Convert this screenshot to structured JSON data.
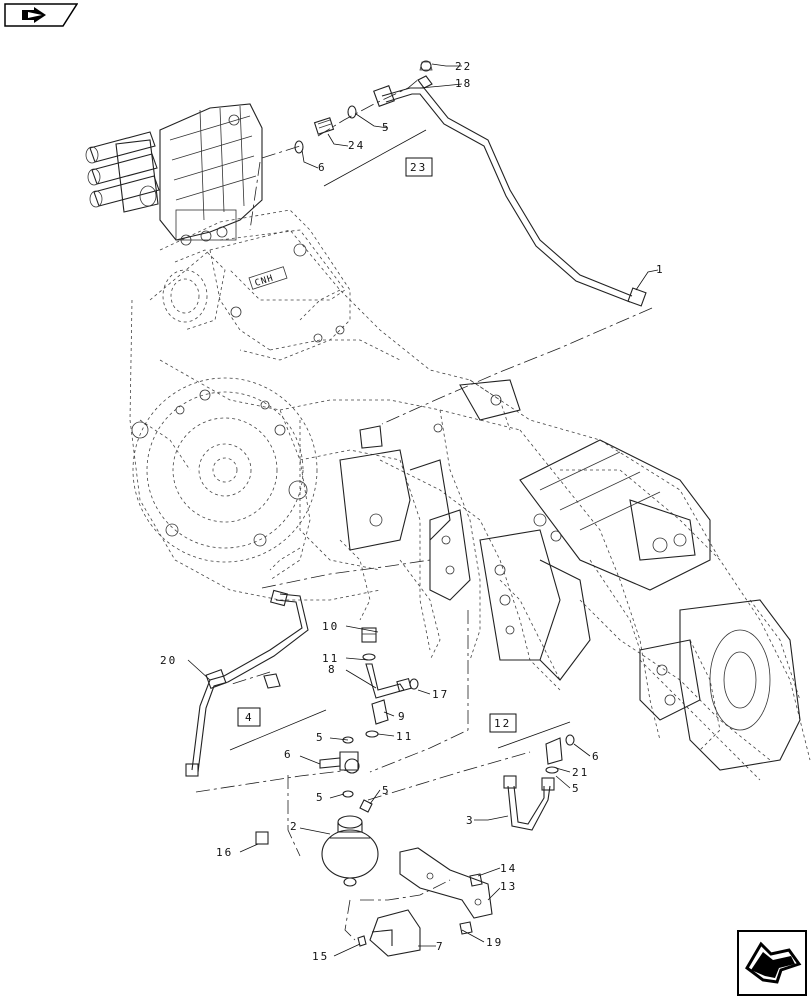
{
  "navigation": {
    "top_icon": "back-arrow-icon",
    "bottom_icon": "next-page-arrow-icon"
  },
  "diagram": {
    "callouts": {
      "c1": "1",
      "c2": "2",
      "c3": "3",
      "c4": "4",
      "c5a": "5",
      "c5b": "5",
      "c5c": "5",
      "c5d": "5",
      "c6a": "6",
      "c6b": "6",
      "c6c": "6",
      "c7": "7",
      "c8": "8",
      "c9": "9",
      "c10": "10",
      "c11a": "11",
      "c11b": "11",
      "c12": "12",
      "c13": "13",
      "c14": "14",
      "c15": "15",
      "c16": "16",
      "c17": "17",
      "c18": "18",
      "c19": "19",
      "c20": "20",
      "c21": "21",
      "c22": "22",
      "c23": "23",
      "c24": "24"
    },
    "housing_logo": "CNH"
  }
}
